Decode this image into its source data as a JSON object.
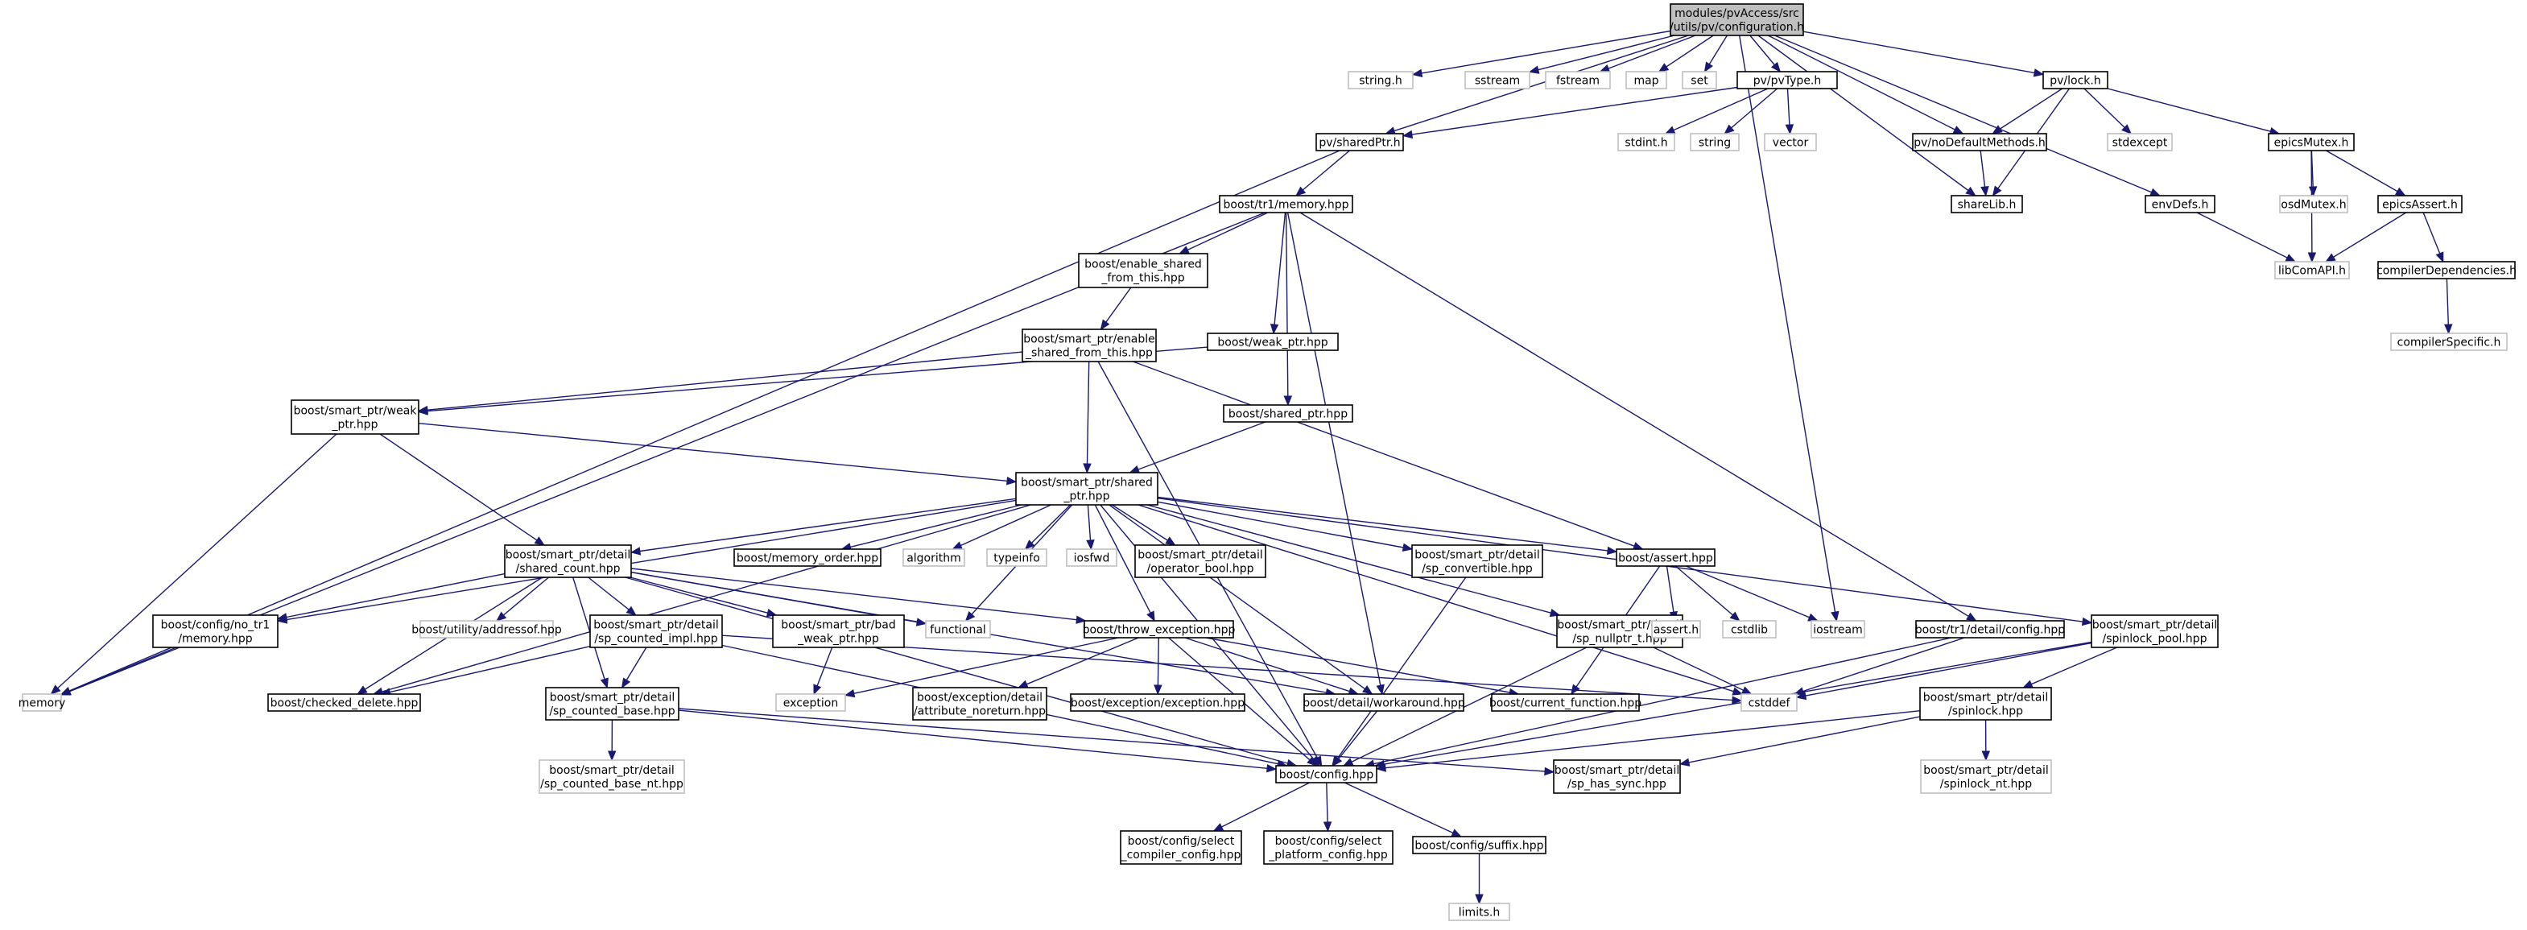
{
  "graph": {
    "colors": {
      "arrow": "#191970",
      "root_fill": "#bfbfbf",
      "doc_border": "#000000",
      "ext_border": "#c0c0c0"
    },
    "nodes": [
      {
        "id": "root",
        "lines": [
          "modules/pvAccess/src",
          "/utils/pv/configuration.h"
        ],
        "kind": "root"
      },
      {
        "id": "stringh",
        "lines": [
          "string.h"
        ],
        "kind": "ext"
      },
      {
        "id": "sstream",
        "lines": [
          "sstream"
        ],
        "kind": "ext"
      },
      {
        "id": "fstream",
        "lines": [
          "fstream"
        ],
        "kind": "ext"
      },
      {
        "id": "map",
        "lines": [
          "map"
        ],
        "kind": "ext"
      },
      {
        "id": "set",
        "lines": [
          "set"
        ],
        "kind": "ext"
      },
      {
        "id": "pvType",
        "lines": [
          "pv/pvType.h"
        ],
        "kind": "doc"
      },
      {
        "id": "pvLock",
        "lines": [
          "pv/lock.h"
        ],
        "kind": "doc"
      },
      {
        "id": "pvShared",
        "lines": [
          "pv/sharedPtr.h"
        ],
        "kind": "doc"
      },
      {
        "id": "stdint",
        "lines": [
          "stdint.h"
        ],
        "kind": "ext"
      },
      {
        "id": "string",
        "lines": [
          "string"
        ],
        "kind": "ext"
      },
      {
        "id": "vector",
        "lines": [
          "vector"
        ],
        "kind": "ext"
      },
      {
        "id": "noDef",
        "lines": [
          "pv/noDefaultMethods.h"
        ],
        "kind": "doc"
      },
      {
        "id": "stdexcept",
        "lines": [
          "stdexcept"
        ],
        "kind": "ext"
      },
      {
        "id": "epicsMutex",
        "lines": [
          "epicsMutex.h"
        ],
        "kind": "doc"
      },
      {
        "id": "shareLib",
        "lines": [
          "shareLib.h"
        ],
        "kind": "doc"
      },
      {
        "id": "envDefs",
        "lines": [
          "envDefs.h"
        ],
        "kind": "doc"
      },
      {
        "id": "osdMutex",
        "lines": [
          "osdMutex.h"
        ],
        "kind": "ext"
      },
      {
        "id": "epicsAssert",
        "lines": [
          "epicsAssert.h"
        ],
        "kind": "doc"
      },
      {
        "id": "libCom",
        "lines": [
          "libComAPI.h"
        ],
        "kind": "ext"
      },
      {
        "id": "compDep",
        "lines": [
          "compilerDependencies.h"
        ],
        "kind": "doc"
      },
      {
        "id": "compSpec",
        "lines": [
          "compilerSpecific.h"
        ],
        "kind": "ext"
      },
      {
        "id": "tr1mem",
        "lines": [
          "boost/tr1/memory.hpp"
        ],
        "kind": "doc"
      },
      {
        "id": "enableShared",
        "lines": [
          "boost/enable_shared",
          "_from_this.hpp"
        ],
        "kind": "doc"
      },
      {
        "id": "weakPtr",
        "lines": [
          "boost/weak_ptr.hpp"
        ],
        "kind": "doc"
      },
      {
        "id": "spEnable",
        "lines": [
          "boost/smart_ptr/enable",
          "_shared_from_this.hpp"
        ],
        "kind": "doc"
      },
      {
        "id": "sharedPtrHpp",
        "lines": [
          "boost/shared_ptr.hpp"
        ],
        "kind": "doc"
      },
      {
        "id": "spWeak",
        "lines": [
          "boost/smart_ptr/weak",
          "_ptr.hpp"
        ],
        "kind": "doc"
      },
      {
        "id": "spShared",
        "lines": [
          "boost/smart_ptr/shared",
          "_ptr.hpp"
        ],
        "kind": "doc"
      },
      {
        "id": "sharedCount",
        "lines": [
          "boost/smart_ptr/detail",
          "/shared_count.hpp"
        ],
        "kind": "doc"
      },
      {
        "id": "memOrder",
        "lines": [
          "boost/memory_order.hpp"
        ],
        "kind": "doc"
      },
      {
        "id": "algorithm",
        "lines": [
          "algorithm"
        ],
        "kind": "ext"
      },
      {
        "id": "typeinfo",
        "lines": [
          "typeinfo"
        ],
        "kind": "ext"
      },
      {
        "id": "iosfwd",
        "lines": [
          "iosfwd"
        ],
        "kind": "ext"
      },
      {
        "id": "opBool",
        "lines": [
          "boost/smart_ptr/detail",
          "/operator_bool.hpp"
        ],
        "kind": "doc"
      },
      {
        "id": "spConv",
        "lines": [
          "boost/smart_ptr/detail",
          "/sp_convertible.hpp"
        ],
        "kind": "doc"
      },
      {
        "id": "assertHpp",
        "lines": [
          "boost/assert.hpp"
        ],
        "kind": "doc"
      },
      {
        "id": "memory",
        "lines": [
          "memory"
        ],
        "kind": "ext"
      },
      {
        "id": "noTr1",
        "lines": [
          "boost/config/no_tr1",
          "/memory.hpp"
        ],
        "kind": "doc"
      },
      {
        "id": "addressof",
        "lines": [
          "boost/utility/addressof.hpp"
        ],
        "kind": "ext"
      },
      {
        "id": "spcImpl",
        "lines": [
          "boost/smart_ptr/detail",
          "/sp_counted_impl.hpp"
        ],
        "kind": "doc"
      },
      {
        "id": "badWeak",
        "lines": [
          "boost/smart_ptr/bad",
          "_weak_ptr.hpp"
        ],
        "kind": "doc"
      },
      {
        "id": "functional",
        "lines": [
          "functional"
        ],
        "kind": "ext"
      },
      {
        "id": "throwExc",
        "lines": [
          "boost/throw_exception.hpp"
        ],
        "kind": "doc"
      },
      {
        "id": "nullptr",
        "lines": [
          "boost/smart_ptr/detail",
          "/sp_nullptr_t.hpp"
        ],
        "kind": "doc"
      },
      {
        "id": "asserth",
        "lines": [
          "assert.h"
        ],
        "kind": "ext"
      },
      {
        "id": "cstdlib",
        "lines": [
          "cstdlib"
        ],
        "kind": "ext"
      },
      {
        "id": "iostream",
        "lines": [
          "iostream"
        ],
        "kind": "ext"
      },
      {
        "id": "tr1cfg",
        "lines": [
          "boost/tr1/detail/config.hpp"
        ],
        "kind": "doc"
      },
      {
        "id": "spinPool",
        "lines": [
          "boost/smart_ptr/detail",
          "/spinlock_pool.hpp"
        ],
        "kind": "doc"
      },
      {
        "id": "checked",
        "lines": [
          "boost/checked_delete.hpp"
        ],
        "kind": "doc"
      },
      {
        "id": "spcBase",
        "lines": [
          "boost/smart_ptr/detail",
          "/sp_counted_base.hpp"
        ],
        "kind": "doc"
      },
      {
        "id": "exception",
        "lines": [
          "exception"
        ],
        "kind": "ext"
      },
      {
        "id": "attrNoRet",
        "lines": [
          "boost/exception/detail",
          "/attribute_noreturn.hpp"
        ],
        "kind": "doc"
      },
      {
        "id": "excHpp",
        "lines": [
          "boost/exception/exception.hpp"
        ],
        "kind": "doc"
      },
      {
        "id": "workaround",
        "lines": [
          "boost/detail/workaround.hpp"
        ],
        "kind": "doc"
      },
      {
        "id": "curFunc",
        "lines": [
          "boost/current_function.hpp"
        ],
        "kind": "doc"
      },
      {
        "id": "cstddef",
        "lines": [
          "cstddef"
        ],
        "kind": "ext"
      },
      {
        "id": "spinlock",
        "lines": [
          "boost/smart_ptr/detail",
          "/spinlock.hpp"
        ],
        "kind": "doc"
      },
      {
        "id": "spcBaseNt",
        "lines": [
          "boost/smart_ptr/detail",
          "/sp_counted_base_nt.hpp"
        ],
        "kind": "ext"
      },
      {
        "id": "config",
        "lines": [
          "boost/config.hpp"
        ],
        "kind": "doc"
      },
      {
        "id": "hasSync",
        "lines": [
          "boost/smart_ptr/detail",
          "/sp_has_sync.hpp"
        ],
        "kind": "doc"
      },
      {
        "id": "spinNt",
        "lines": [
          "boost/smart_ptr/detail",
          "/spinlock_nt.hpp"
        ],
        "kind": "ext"
      },
      {
        "id": "selComp",
        "lines": [
          "boost/config/select",
          "_compiler_config.hpp"
        ],
        "kind": "doc"
      },
      {
        "id": "selPlat",
        "lines": [
          "boost/config/select",
          "_platform_config.hpp"
        ],
        "kind": "doc"
      },
      {
        "id": "suffix",
        "lines": [
          "boost/config/suffix.hpp"
        ],
        "kind": "doc"
      },
      {
        "id": "limits",
        "lines": [
          "limits.h"
        ],
        "kind": "ext"
      }
    ],
    "edges": [
      [
        "root",
        "stringh"
      ],
      [
        "root",
        "sstream"
      ],
      [
        "root",
        "fstream"
      ],
      [
        "root",
        "map"
      ],
      [
        "root",
        "set"
      ],
      [
        "root",
        "pvType"
      ],
      [
        "root",
        "pvLock"
      ],
      [
        "root",
        "pvShared"
      ],
      [
        "root",
        "noDef"
      ],
      [
        "root",
        "shareLib"
      ],
      [
        "root",
        "envDefs"
      ],
      [
        "root",
        "iostream"
      ],
      [
        "pvType",
        "pvShared"
      ],
      [
        "pvType",
        "stdint"
      ],
      [
        "pvType",
        "string"
      ],
      [
        "pvType",
        "vector"
      ],
      [
        "pvLock",
        "noDef"
      ],
      [
        "pvLock",
        "shareLib"
      ],
      [
        "pvLock",
        "stdexcept"
      ],
      [
        "pvLock",
        "epicsMutex"
      ],
      [
        "noDef",
        "shareLib"
      ],
      [
        "epicsMutex",
        "osdMutex"
      ],
      [
        "epicsMutex",
        "epicsAssert"
      ],
      [
        "epicsMutex",
        "libCom"
      ],
      [
        "envDefs",
        "libCom"
      ],
      [
        "epicsAssert",
        "libCom"
      ],
      [
        "epicsAssert",
        "compDep"
      ],
      [
        "compDep",
        "compSpec"
      ],
      [
        "pvShared",
        "memory"
      ],
      [
        "pvShared",
        "tr1mem"
      ],
      [
        "tr1mem",
        "memory"
      ],
      [
        "tr1mem",
        "enableShared"
      ],
      [
        "tr1mem",
        "weakPtr"
      ],
      [
        "tr1mem",
        "sharedPtrHpp"
      ],
      [
        "tr1mem",
        "workaround"
      ],
      [
        "tr1mem",
        "tr1cfg"
      ],
      [
        "enableShared",
        "spEnable"
      ],
      [
        "weakPtr",
        "spWeak"
      ],
      [
        "spEnable",
        "spWeak"
      ],
      [
        "spEnable",
        "spShared"
      ],
      [
        "spEnable",
        "assertHpp"
      ],
      [
        "spEnable",
        "config"
      ],
      [
        "sharedPtrHpp",
        "spShared"
      ],
      [
        "spWeak",
        "memory"
      ],
      [
        "spWeak",
        "spShared"
      ],
      [
        "spWeak",
        "sharedCount"
      ],
      [
        "spShared",
        "noTr1"
      ],
      [
        "spShared",
        "sharedCount"
      ],
      [
        "spShared",
        "memOrder"
      ],
      [
        "spShared",
        "algorithm"
      ],
      [
        "spShared",
        "typeinfo"
      ],
      [
        "spShared",
        "iosfwd"
      ],
      [
        "spShared",
        "opBool"
      ],
      [
        "spShared",
        "spConv"
      ],
      [
        "spShared",
        "assertHpp"
      ],
      [
        "spShared",
        "nullptr"
      ],
      [
        "spShared",
        "spinPool"
      ],
      [
        "spShared",
        "cstddef"
      ],
      [
        "spShared",
        "checked"
      ],
      [
        "spShared",
        "throwExc"
      ],
      [
        "spShared",
        "workaround"
      ],
      [
        "spShared",
        "config"
      ],
      [
        "spShared",
        "functional"
      ],
      [
        "sharedCount",
        "noTr1"
      ],
      [
        "sharedCount",
        "addressof"
      ],
      [
        "sharedCount",
        "spcImpl"
      ],
      [
        "sharedCount",
        "badWeak"
      ],
      [
        "sharedCount",
        "functional"
      ],
      [
        "sharedCount",
        "throwExc"
      ],
      [
        "sharedCount",
        "checked"
      ],
      [
        "sharedCount",
        "spcBase"
      ],
      [
        "sharedCount",
        "workaround"
      ],
      [
        "sharedCount",
        "config"
      ],
      [
        "noTr1",
        "memory"
      ],
      [
        "spcImpl",
        "checked"
      ],
      [
        "spcImpl",
        "spcBase"
      ],
      [
        "spcImpl",
        "cstddef"
      ],
      [
        "spcImpl",
        "config"
      ],
      [
        "badWeak",
        "exception"
      ],
      [
        "throwExc",
        "exception"
      ],
      [
        "throwExc",
        "attrNoRet"
      ],
      [
        "throwExc",
        "excHpp"
      ],
      [
        "throwExc",
        "workaround"
      ],
      [
        "throwExc",
        "curFunc"
      ],
      [
        "throwExc",
        "config"
      ],
      [
        "spConv",
        "config"
      ],
      [
        "assertHpp",
        "asserth"
      ],
      [
        "assertHpp",
        "cstdlib"
      ],
      [
        "assertHpp",
        "iostream"
      ],
      [
        "assertHpp",
        "curFunc"
      ],
      [
        "nullptr",
        "cstddef"
      ],
      [
        "nullptr",
        "config"
      ],
      [
        "tr1cfg",
        "cstddef"
      ],
      [
        "tr1cfg",
        "config"
      ],
      [
        "spinPool",
        "cstddef"
      ],
      [
        "spinPool",
        "spinlock"
      ],
      [
        "spinPool",
        "config"
      ],
      [
        "spcBase",
        "spcBaseNt"
      ],
      [
        "spcBase",
        "hasSync"
      ],
      [
        "spcBase",
        "config"
      ],
      [
        "workaround",
        "config"
      ],
      [
        "spinlock",
        "hasSync"
      ],
      [
        "spinlock",
        "spinNt"
      ],
      [
        "spinlock",
        "config"
      ],
      [
        "config",
        "selComp"
      ],
      [
        "config",
        "selPlat"
      ],
      [
        "config",
        "suffix"
      ],
      [
        "suffix",
        "limits"
      ]
    ]
  }
}
